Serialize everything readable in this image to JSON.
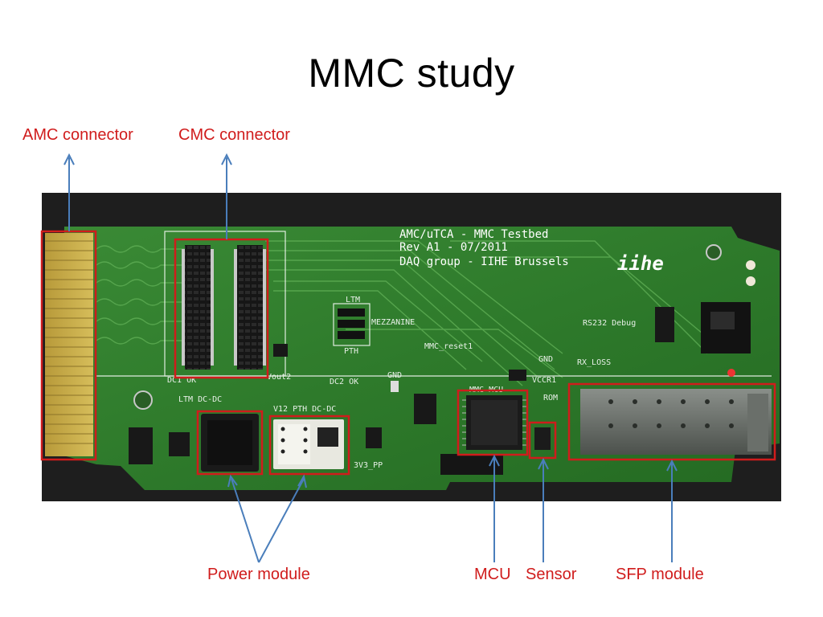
{
  "slide": {
    "title": "MMC study"
  },
  "labels": {
    "amc_connector": "AMC connector",
    "cmc_connector": "CMC connector",
    "power_module": "Power module",
    "mcu": "MCU",
    "sensor": "Sensor",
    "sfp_module": "SFP module"
  },
  "board": {
    "silk_line1": "AMC/uTCA - MMC Testbed",
    "silk_line2": "Rev A1 - 07/2011",
    "silk_line3": "DAQ group - IIHE Brussels",
    "logo": "iihe",
    "rs232": "RS232 Debug",
    "rx_loss": "RX_LOSS",
    "mmc_reset": "MMC_reset1",
    "mezzanine": "MEZZANINE",
    "ltm": "LTM",
    "pth": "PTH",
    "ltm_dcdc": "LTM DC-DC",
    "pth_dcdc": "V12 PTH DC-DC",
    "dc2_ok": "DC2 OK",
    "dc1_ok": "DC1 OK",
    "gnd": "GND",
    "gnd2": "GND",
    "vccr": "VCCR1",
    "rom": "ROM",
    "mmc_mcu": "MMC MCU",
    "v3v3": "3V3_PP",
    "vout": "Vout2"
  },
  "colors": {
    "annotation_red": "#d01c1c",
    "arrow_blue": "#4a7ebb",
    "pcb_green": "#2f7a2c",
    "backdrop": "#1c1c1c"
  }
}
